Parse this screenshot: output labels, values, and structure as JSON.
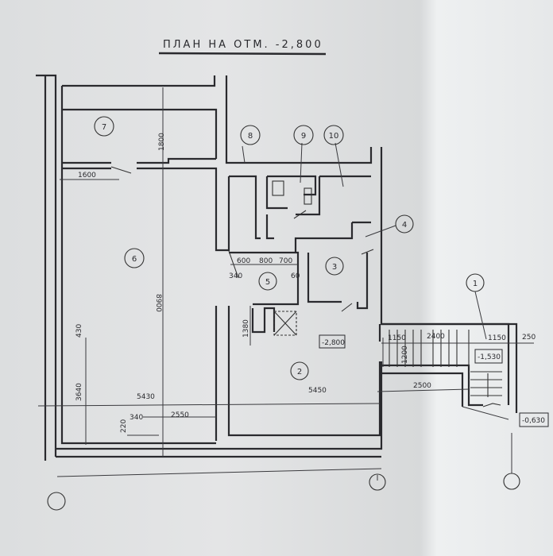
{
  "title": "ПЛАН НА ОТМ. -2,800",
  "rooms": [
    "1",
    "2",
    "3",
    "4",
    "5",
    "6",
    "7",
    "8",
    "9",
    "10"
  ],
  "elevations": {
    "room2": "-2,800",
    "stair_landing": "-1,530",
    "entrance": "-0,630"
  },
  "dimensions": {
    "d1800": "1800",
    "d1600": "1600",
    "d8900": "8900",
    "d430": "430",
    "d3640": "3640",
    "d5430": "5430",
    "d5450": "5450",
    "d340a": "340",
    "d2550": "2550",
    "d220": "220",
    "d600": "600",
    "d800": "800",
    "d700": "700",
    "d340b": "340",
    "d60": "60",
    "d1380": "1380",
    "d1150a": "1150",
    "d2400": "2400",
    "d1150b": "1150",
    "d250": "250",
    "d2500": "2500",
    "d1200": "1200"
  }
}
